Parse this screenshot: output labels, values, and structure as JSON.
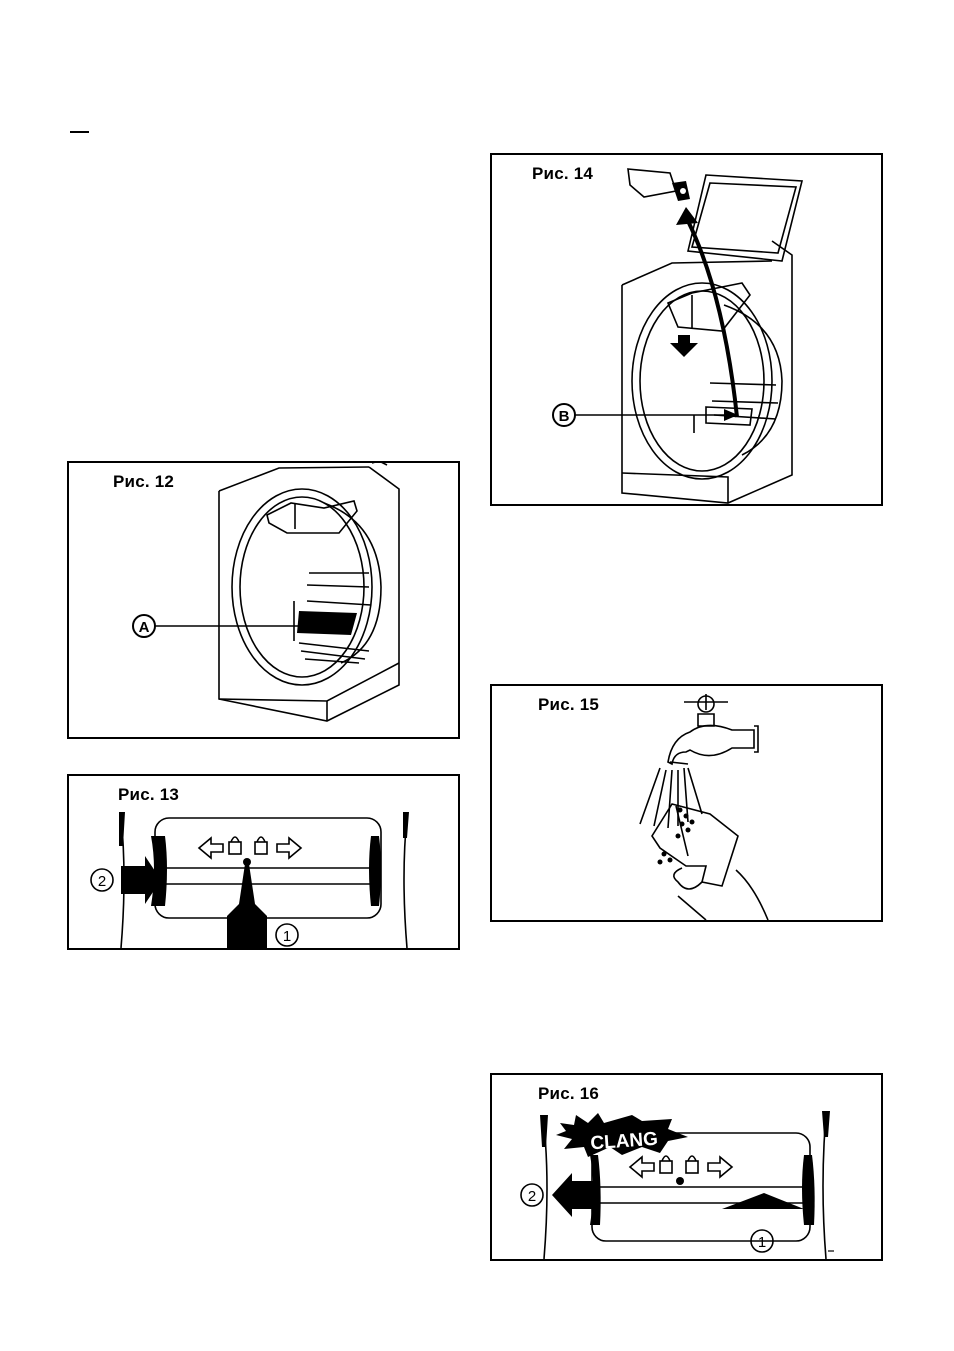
{
  "figures": [
    {
      "caption": "Рис. 12",
      "callout": "A"
    },
    {
      "caption": "Рис. 13",
      "step1": "1",
      "step2": "2"
    },
    {
      "caption": "Рис. 14",
      "callout": "B"
    },
    {
      "caption": "Рис. 15"
    },
    {
      "caption": "Рис. 16",
      "step1": "1",
      "step2": "2",
      "sound_word": "CLANG"
    }
  ]
}
